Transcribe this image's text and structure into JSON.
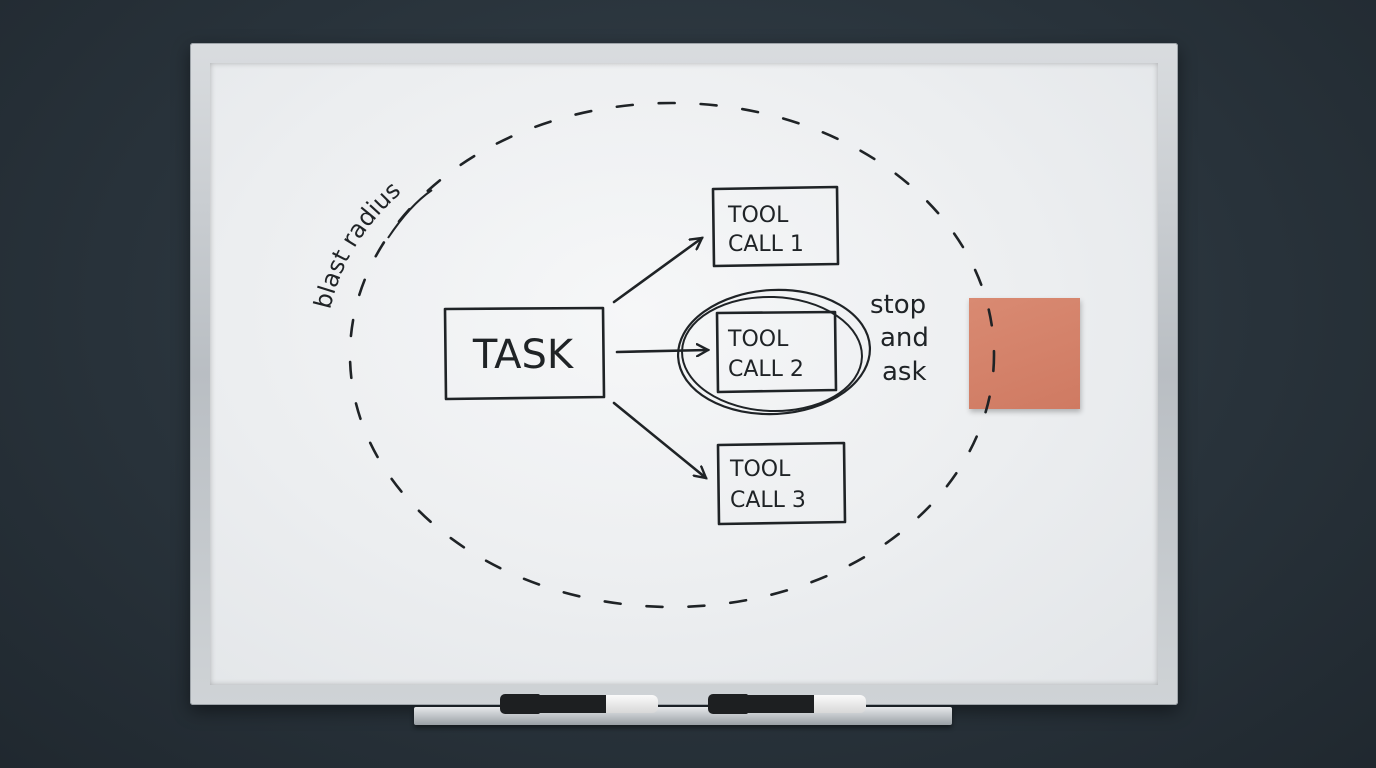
{
  "whiteboard": {
    "annotation": "blast radius",
    "task_label": "TASK",
    "tool_calls": [
      {
        "line1": "TOOL",
        "line2": "CALL 1"
      },
      {
        "line1": "TOOL",
        "line2": "CALL 2"
      },
      {
        "line1": "TOOL",
        "line2": "CALL 3"
      }
    ],
    "note_lines": [
      "stop",
      "and",
      "ask"
    ]
  },
  "colors": {
    "ink": "#1f2326",
    "sticky_note": "#d4806a",
    "wall": "#2b353d"
  }
}
